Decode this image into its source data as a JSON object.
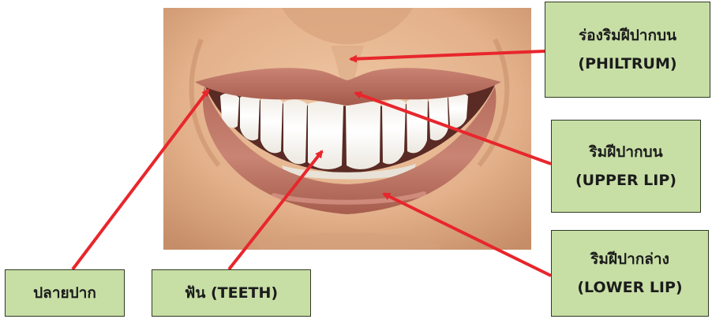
{
  "labels": {
    "philtrum": {
      "thai": "ร่องริมฝีปากบน",
      "english": "(PHILTRUM)"
    },
    "upper_lip": {
      "thai": "ริมฝีปากบน",
      "english": "(UPPER LIP)"
    },
    "lower_lip": {
      "thai": "ริมฝีปากล่าง",
      "english": "(LOWER LIP)"
    },
    "mouth_corner": {
      "thai": "ปลายปาก"
    },
    "teeth": {
      "thai": "ฟัน (TEETH)"
    }
  },
  "colors": {
    "label_fill": "#c7dea5",
    "label_border": "#2f3a22",
    "arrow": "#e8262c",
    "skin": "#e2b48f",
    "lip": "#b76a5a",
    "teeth": "#fbfbf8"
  }
}
